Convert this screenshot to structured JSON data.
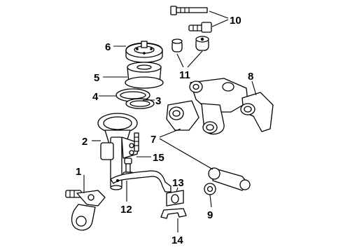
{
  "diagram": {
    "labels": [
      "1",
      "2",
      "3",
      "4",
      "5",
      "6",
      "7",
      "8",
      "9",
      "10",
      "11",
      "12",
      "13",
      "14",
      "15"
    ]
  },
  "colors": {
    "ink": "#000000",
    "paper": "#ffffff"
  }
}
